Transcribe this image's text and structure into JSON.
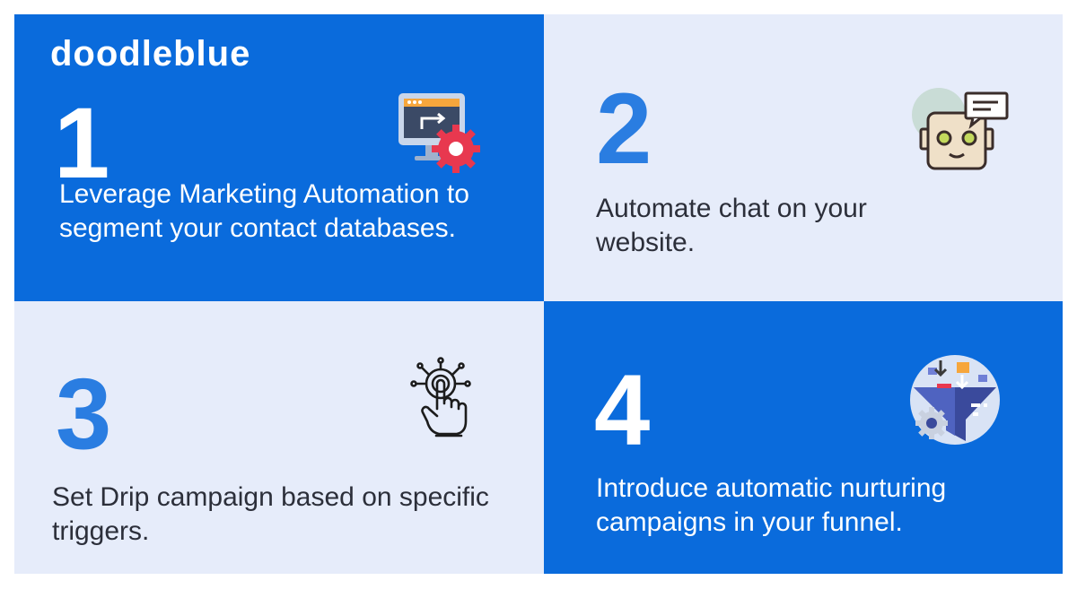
{
  "brand": {
    "logo_text": "doodleblue"
  },
  "cards": [
    {
      "number": "1",
      "text": "Leverage Marketing Automation to segment your contact databases.",
      "icon": "automation-monitor-gear-icon"
    },
    {
      "number": "2",
      "text": "Automate chat on your website.",
      "icon": "chatbot-icon"
    },
    {
      "number": "3",
      "text": "Set Drip campaign based on specific triggers.",
      "icon": "touch-trigger-icon"
    },
    {
      "number": "4",
      "text": "Introduce automatic nurturing campaigns in your funnel.",
      "icon": "nurture-funnel-icon"
    }
  ],
  "colors": {
    "primary_blue": "#0a6bdc",
    "light_panel": "#e6ecfa",
    "number_blue": "#2a7de1"
  }
}
